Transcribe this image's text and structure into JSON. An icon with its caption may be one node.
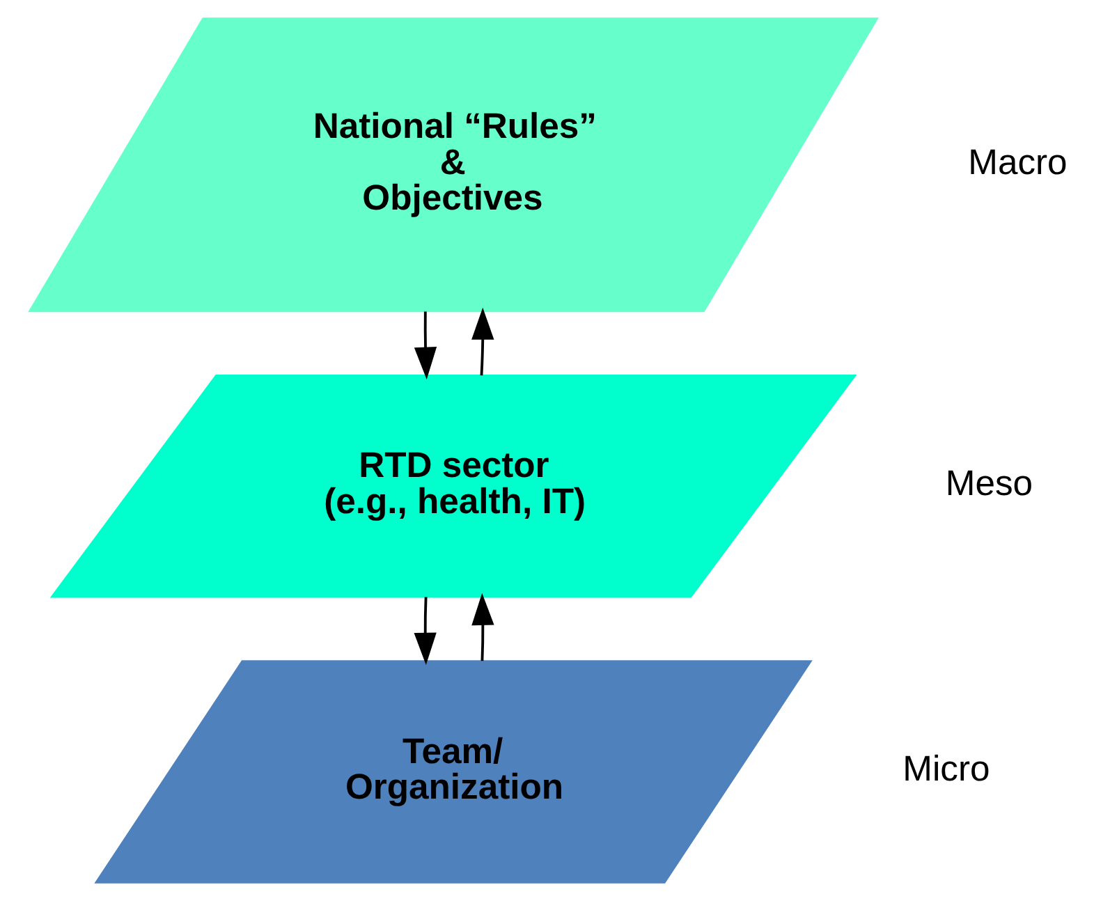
{
  "diagram": {
    "nodes": [
      {
        "text": [
          "National “Rules” & Objectives"
        ]
      },
      {
        "text": [
          "RTD sector (e.g., health, IT)"
        ]
      },
      {
        "text": [
          "Team/ Organization"
        ]
      }
    ],
    "edges": [
      {
        "from": 1,
        "to": 0,
        "arrow": "to"
      },
      {
        "from": 2,
        "to": 1,
        "arrow": "to"
      },
      {
        "from": 0,
        "to": 1,
        "arrow": "to"
      },
      {
        "from": 1,
        "to": 2,
        "arrow": "to"
      }
    ],
    "labels": [
      "Macro",
      "Meso",
      "Micro"
    ]
  }
}
